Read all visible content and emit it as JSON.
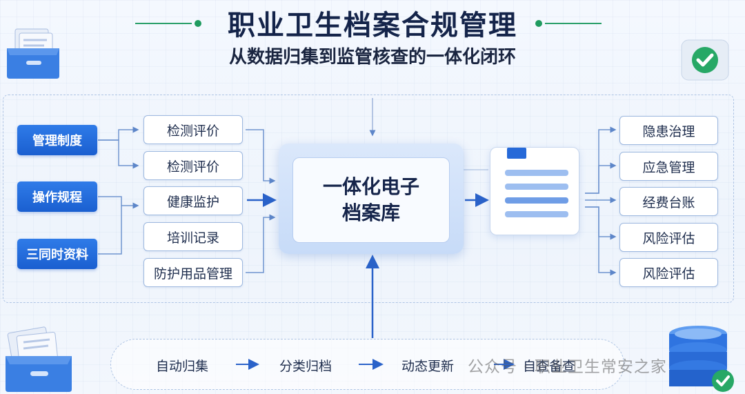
{
  "header": {
    "title": "职业卫生档案合规管理",
    "subtitle": "从数据归集到监管核查的一体化闭环"
  },
  "sources": [
    "管理制度",
    "操作规程",
    "三同时资料"
  ],
  "records": [
    "检测评价",
    "检测评价",
    "健康监护",
    "培训记录",
    "防护用品管理"
  ],
  "center": {
    "line1": "一体化电子",
    "line2": "档案库"
  },
  "outputs": [
    "隐患治理",
    "应急管理",
    "经费台账",
    "风险评估",
    "风险评估"
  ],
  "process": [
    "自动归集",
    "分类归档",
    "动态更新",
    "自查备查"
  ],
  "watermark": "公众号 · 职业卫生常安之家",
  "colors": {
    "accent_blue": "#1a5fd0",
    "title_navy": "#14244a",
    "check_green": "#1f9b5f",
    "arrow_blue": "#2a62c9"
  }
}
